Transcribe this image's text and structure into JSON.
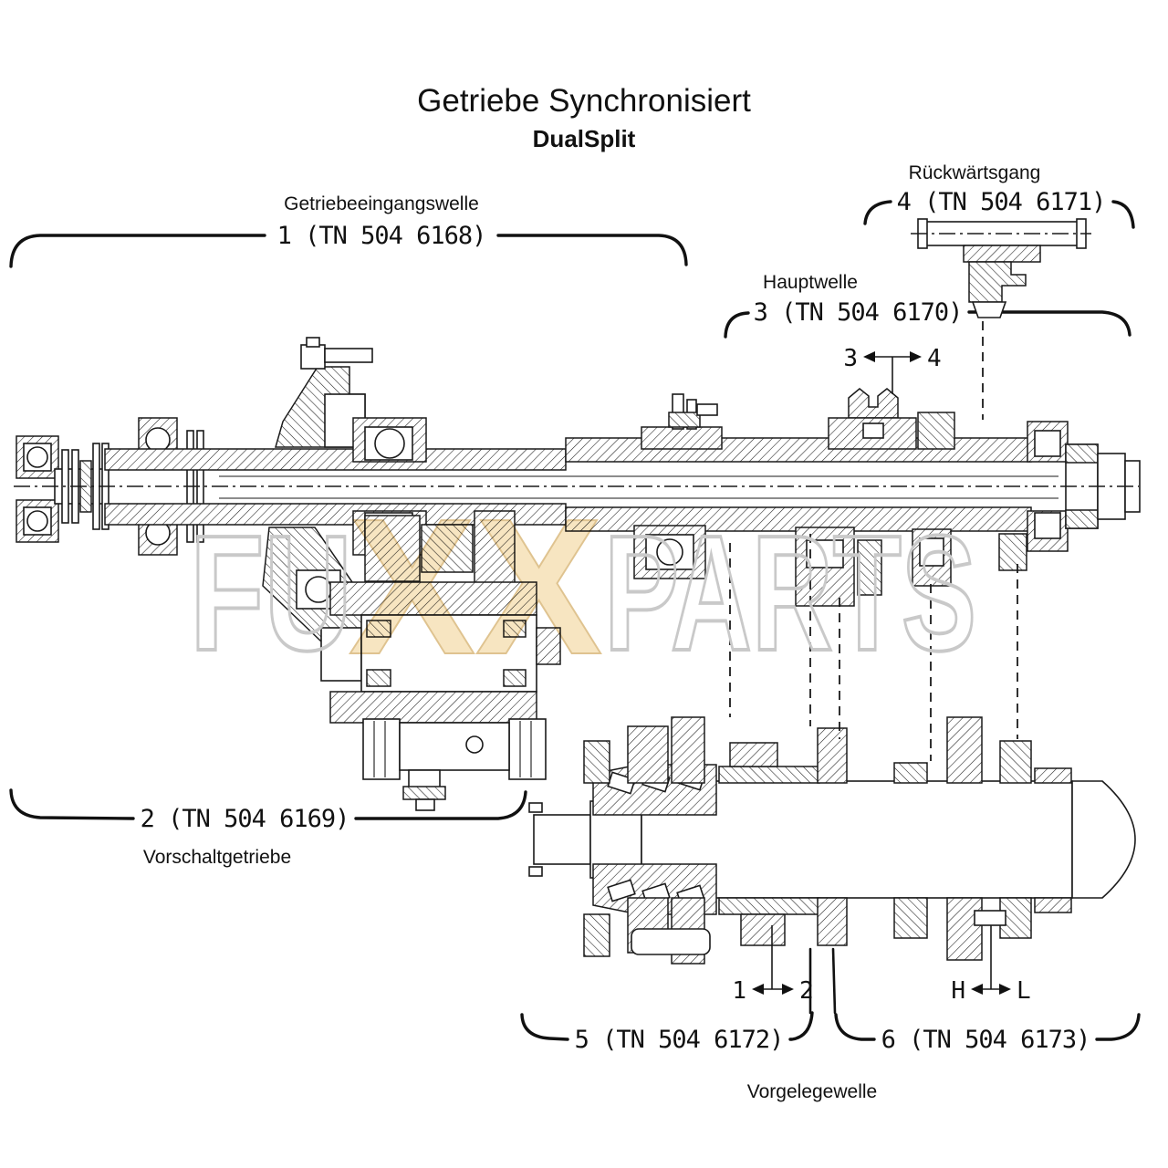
{
  "page": {
    "title": "Getriebe Synchronisiert",
    "subtitle": "DualSplit"
  },
  "watermark": {
    "part1": "FU",
    "part2": "XX",
    "part3": "PARTS",
    "highlight_fill": "#f6e3ba",
    "highlight_stroke": "#dcbd84",
    "outline_color": "#c9c9c9"
  },
  "callouts": {
    "input_shaft": {
      "label": "Getriebeeingangswelle",
      "part_number": "1 (TN 504 6168)"
    },
    "pre_gearbox": {
      "label": "Vorschaltgetriebe",
      "part_number": "2 (TN 504 6169)"
    },
    "main_shaft": {
      "label": "Hauptwelle",
      "part_number": "3 (TN 504 6170)"
    },
    "reverse_gear": {
      "label": "Rückwärtsgang",
      "part_number": "4 (TN 504 6171)"
    },
    "countershaft_front": {
      "part_number": "5 (TN 504 6172)"
    },
    "countershaft_rear": {
      "part_number": "6 (TN 504 6173)"
    },
    "countershaft": {
      "label": "Vorgelegewelle"
    }
  },
  "shift_markers": {
    "synchro_3_4": {
      "left": "3",
      "right": "4"
    },
    "synchro_1_2": {
      "left": "1",
      "right": "2"
    },
    "range_h_l": {
      "left": "H",
      "right": "L"
    }
  }
}
